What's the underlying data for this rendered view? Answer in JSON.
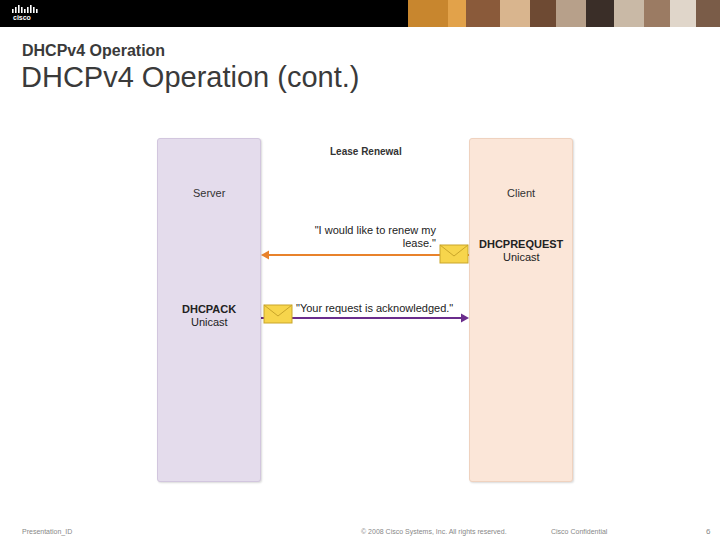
{
  "diagram": {
    "title": "DHCPv4 Operation (cont.)",
    "nodes": [
      {
        "text": [
          "Server",
          "DHCPACK",
          "Unicast"
        ]
      },
      {
        "text": [
          "Client",
          "DHCPREQUEST",
          "Unicast"
        ]
      }
    ],
    "edges": [
      {
        "from": 1,
        "to": 0,
        "arrow": "to",
        "label": "\"I would like to renew my lease.\""
      },
      {
        "from": 0,
        "to": 1,
        "arrow": "to",
        "label": "\"Your request is acknowledged.\""
      }
    ],
    "labels": [
      "cisco",
      "DHCPv4 Operation",
      "Lease Renewal",
      "Presentation_ID",
      "© 2008 Cisco Systems, Inc. All rights reserved.",
      "Cisco Confidential",
      "6"
    ]
  }
}
